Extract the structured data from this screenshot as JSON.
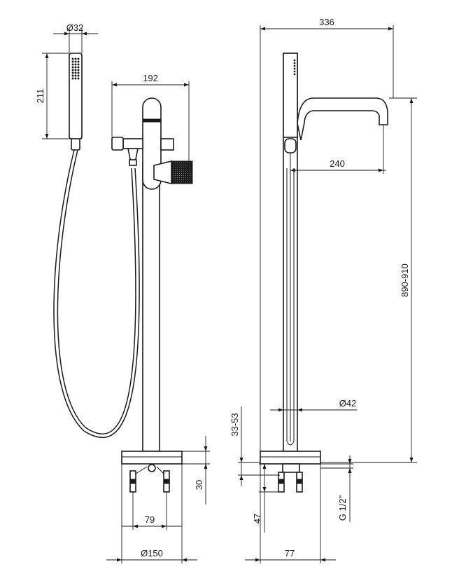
{
  "drawing": {
    "front_view": {
      "dimensions": {
        "shower_diameter": "Ø32",
        "shower_length": "211",
        "mixer_width": "192",
        "base_height": "30",
        "fixing_spacing": "79",
        "base_diameter": "Ø150"
      }
    },
    "side_view": {
      "dimensions": {
        "overall_depth": "336",
        "spout_reach": "240",
        "overall_height": "890-910",
        "column_diameter": "Ø42",
        "adjustment_range": "33-53",
        "supply_depth": "47",
        "connection_thread": "G 1/2\"",
        "connection_spacing": "77"
      }
    }
  }
}
